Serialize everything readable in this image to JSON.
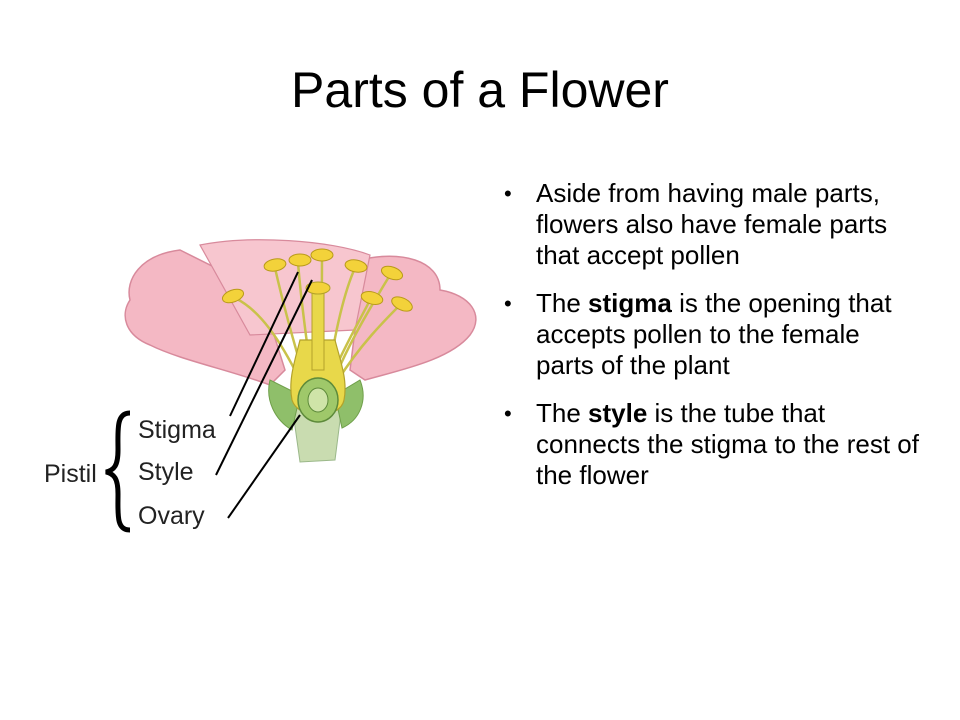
{
  "slide": {
    "title": "Parts of a Flower",
    "bullets": [
      {
        "before": "Aside from having male parts, flowers also have female parts that accept pollen",
        "term": "",
        "after": ""
      },
      {
        "before": "The ",
        "term": "stigma",
        "after": " is the opening that accepts pollen to the female parts of the plant"
      },
      {
        "before": "The ",
        "term": "style",
        "after": " is the tube that connects the stigma to the rest of the flower"
      }
    ]
  },
  "diagram": {
    "group_label": "Pistil",
    "labels": [
      "Stigma",
      "Style",
      "Ovary"
    ],
    "colors": {
      "petal": "#f4b8c4",
      "petal_edge": "#d88a9c",
      "anther": "#f3d23a",
      "filament": "#c9c24a",
      "pistil": "#e8d84a",
      "ovary": "#9fc86a",
      "sepal": "#8fbf6a",
      "stem": "#c9dcb0",
      "line": "#000000"
    }
  }
}
